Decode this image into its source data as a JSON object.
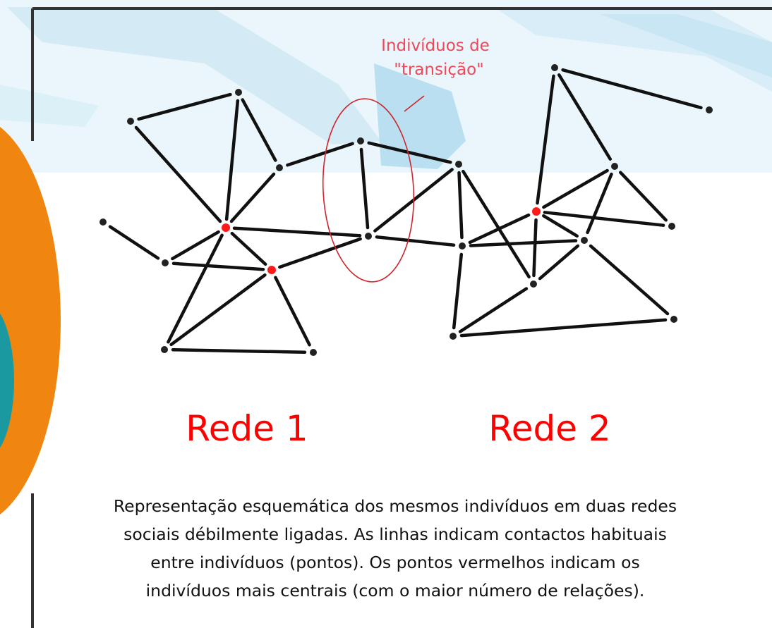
{
  "annotation": {
    "line1": "Indivíduos de",
    "line2": "\"transição\""
  },
  "networks": {
    "rede1": "Rede 1",
    "rede2": "Rede 2"
  },
  "caption": {
    "line1": "Representação esquemática dos mesmos indivíduos em duas redes",
    "line2": "sociais débilmente ligadas. As linhas indicam contactos habituais",
    "line3": "entre indivíduos (pontos).  Os pontos vermelhos indicam os",
    "line4": "indivíduos mais centrais (com o maior número de relações)."
  },
  "colors": {
    "central_node": "#ff1a1a",
    "node": "#222222",
    "edge": "#111111",
    "highlight": "#d0242c",
    "background_arrow": "#d9eef8",
    "orange_shape": "#f0860f",
    "teal_shape": "#1a9aa0"
  }
}
